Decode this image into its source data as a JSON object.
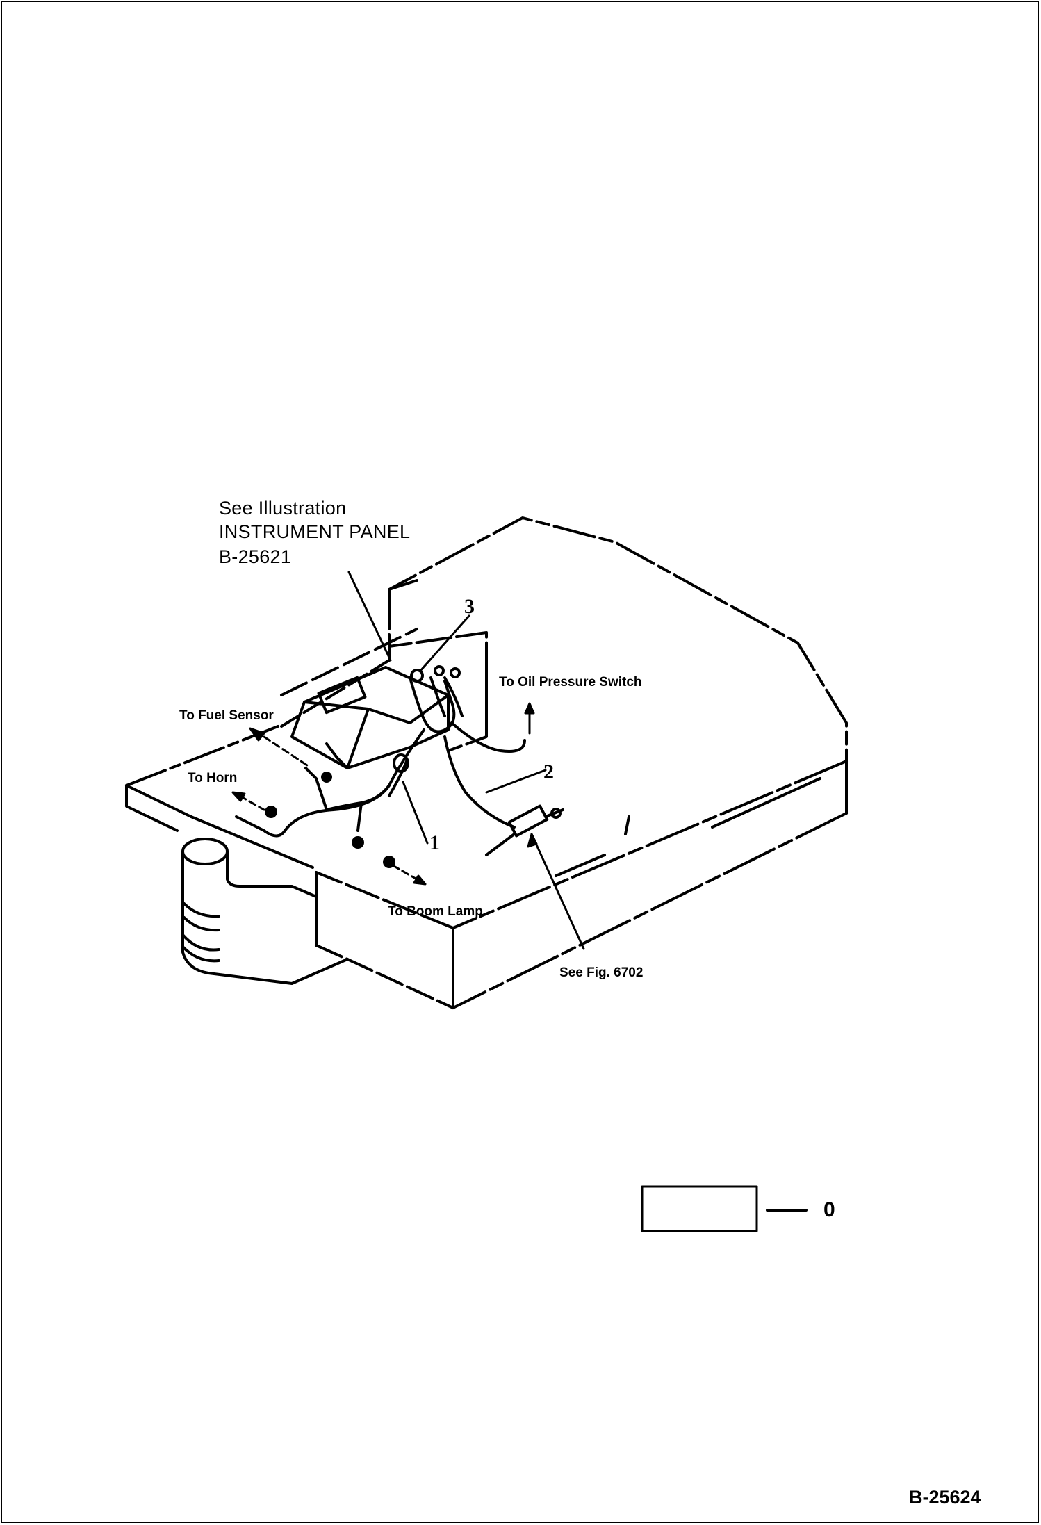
{
  "panel_reference": {
    "line1": "See Illustration",
    "line2": "INSTRUMENT PANEL",
    "line3": "B-25621"
  },
  "callouts": {
    "oil_pressure_switch": "To Oil Pressure Switch",
    "fuel_sensor": "To Fuel Sensor",
    "horn": "To Horn",
    "boom_lamp": "To Boom Lamp",
    "see_fig": "See Fig. 6702"
  },
  "part_numbers": {
    "item1": "1",
    "item2": "2",
    "item3": "3"
  },
  "legend": {
    "value": "0"
  },
  "document_number": "B-25624"
}
